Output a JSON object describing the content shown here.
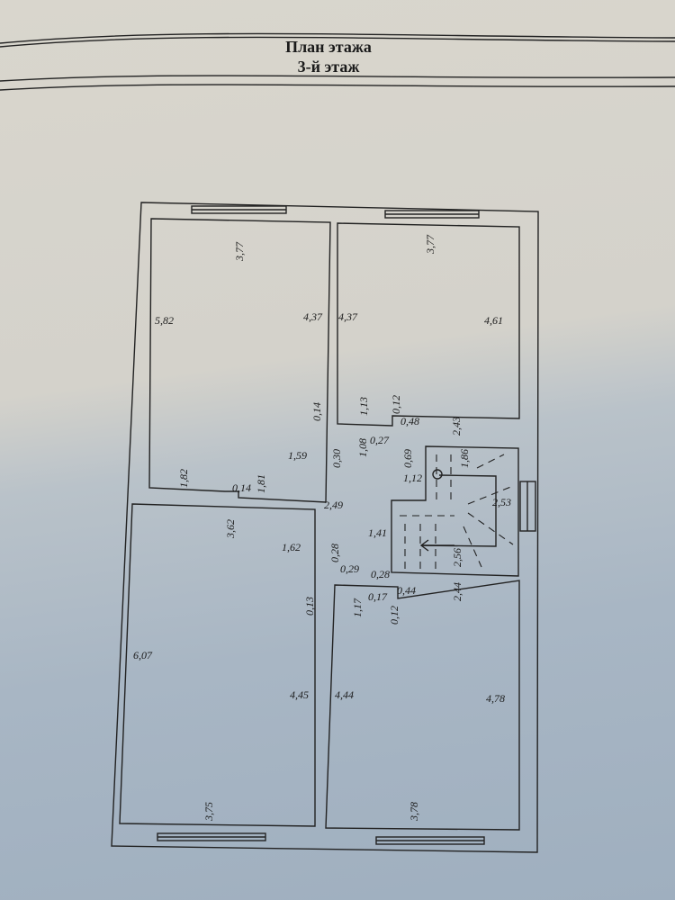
{
  "header": {
    "title": "План этажа",
    "subtitle": "3-й этаж"
  },
  "dimensions": {
    "room1": [
      "3,77",
      "5,82",
      "4,37",
      "1,82",
      "0,14",
      "1,81",
      "0,14"
    ],
    "room2": [
      "3,77",
      "4,37",
      "4,61",
      "1,13",
      "0,12",
      "0,48",
      "2,43"
    ],
    "hall": [
      "1,08",
      "0,27",
      "1,59",
      "0,30",
      "0,69",
      "1,12",
      "2,49",
      "1,41",
      "1,62",
      "0,28",
      "0,29",
      "0,28",
      "1,17",
      "0,17",
      "0,44",
      "0,12",
      "0,13"
    ],
    "stairs": [
      "1,86",
      "2,53",
      "2,56",
      "2,44"
    ],
    "room3": [
      "3,62",
      "6,07",
      "4,45",
      "3,75"
    ],
    "room4": [
      "4,44",
      "4,78",
      "3,78"
    ]
  }
}
